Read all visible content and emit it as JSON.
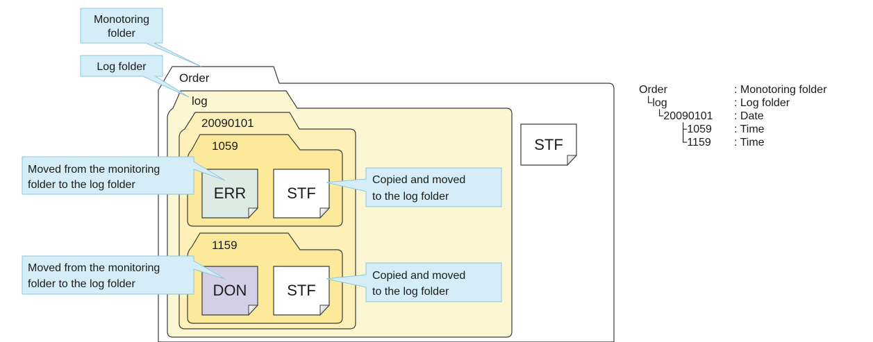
{
  "folders": {
    "monitoring": "Order",
    "log": "log",
    "date": "20090101",
    "time1": "1059",
    "time2": "1159"
  },
  "files": {
    "err": "ERR",
    "don": "DON",
    "stf": "STF"
  },
  "callouts": {
    "monitoring": [
      "Monotoring",
      "folder"
    ],
    "log": "Log folder",
    "moved": [
      "Moved from the monitoring",
      "folder to the log folder"
    ],
    "copied": [
      "Copied and moved",
      "to the log folder"
    ]
  },
  "legend": [
    {
      "name": "Order",
      "desc": ": Monotoring folder"
    },
    {
      "name": "└log",
      "desc": ": Log folder"
    },
    {
      "name": "└20090101",
      "desc": ": Date"
    },
    {
      "name": "├1059",
      "desc": ": Time"
    },
    {
      "name": "└1159",
      "desc": ": Time"
    }
  ],
  "colors": {
    "folder_outer": "#ffffff",
    "folder_log": "#fdf6d3",
    "folder_date": "#fdf0b8",
    "folder_time": "#fde99a",
    "callout": "#d4edf7",
    "file_err": "#dcebe4",
    "file_don": "#d3d0e6",
    "file_stf": "#ffffff"
  }
}
